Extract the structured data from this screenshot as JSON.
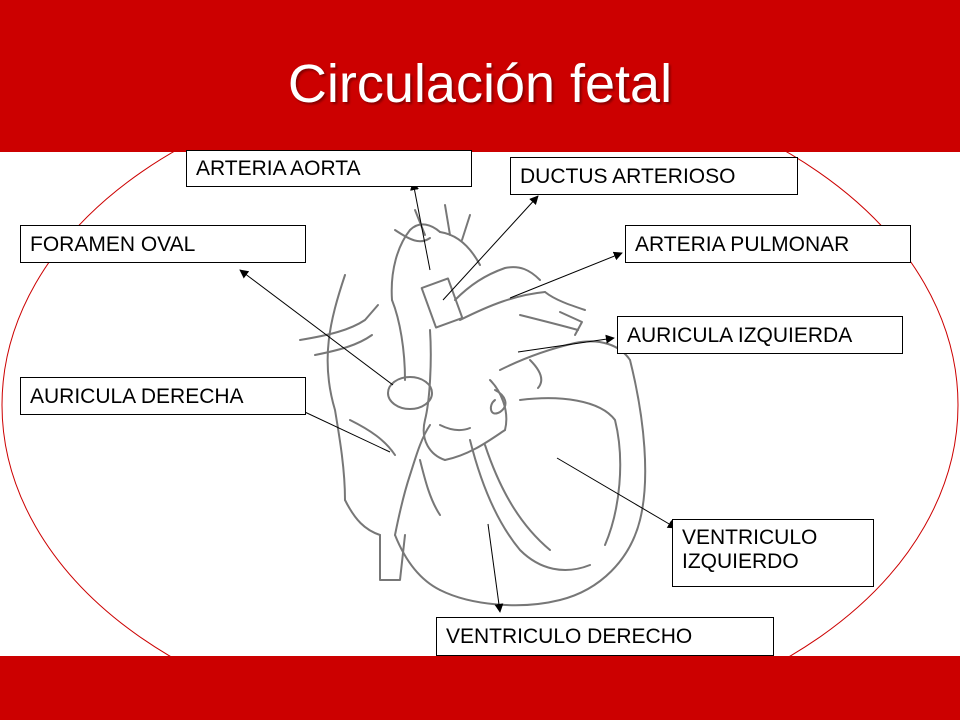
{
  "slide": {
    "title": "Circulación fetal"
  },
  "colors": {
    "band": "#cc0000",
    "title_text": "#ffffff",
    "outline": "#cc0000",
    "drawing": "#777777"
  },
  "labels": {
    "arteria_aorta": "ARTERIA AORTA",
    "ductus_arterioso": "DUCTUS ARTERIOSO",
    "foramen_oval": "FORAMEN OVAL",
    "arteria_pulmonar": "ARTERIA PULMONAR",
    "auricula_izquierda": "AURICULA IZQUIERDA",
    "auricula_derecha": "AURICULA DERECHA",
    "ventriculo_izquierdo": "VENTRICULO\nIZQUIERDO",
    "ventriculo_derecho": "VENTRICULO DERECHO"
  }
}
